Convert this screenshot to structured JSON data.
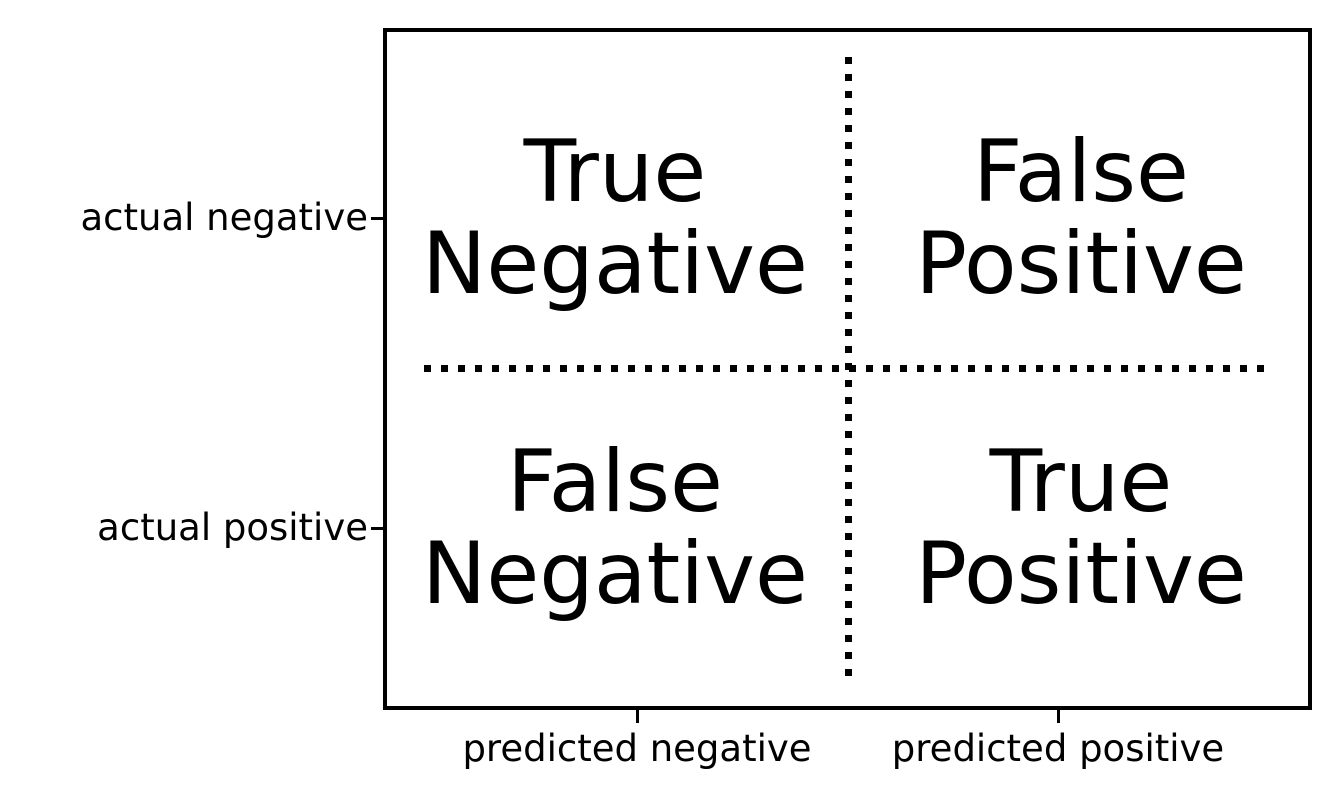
{
  "chart_data": {
    "type": "table",
    "title": "",
    "subtitle": "",
    "xlabel": "",
    "ylabel": "",
    "grid": false,
    "legend": "none",
    "row_categories": [
      "actual negative",
      "actual positive"
    ],
    "column_categories": [
      "predicted negative",
      "predicted positive"
    ],
    "cells": [
      [
        "True\nNegative",
        "False\nPositive"
      ],
      [
        "False\nNegative",
        "True\nPositive"
      ]
    ],
    "annotations": [
      "True Negative",
      "False Positive",
      "False Negative",
      "True Positive"
    ],
    "colors": {
      "background": "#ffffff",
      "line": "#000000",
      "text": "#000000"
    }
  },
  "axes": {
    "y_ticks": [
      {
        "label": "actual negative"
      },
      {
        "label": "actual positive"
      }
    ],
    "x_ticks": [
      {
        "label": "predicted negative"
      },
      {
        "label": "predicted positive"
      }
    ]
  },
  "matrix": {
    "top_left": "True\nNegative",
    "top_right": "False\nPositive",
    "bottom_left": "False\nNegative",
    "bottom_right": "True\nPositive"
  }
}
